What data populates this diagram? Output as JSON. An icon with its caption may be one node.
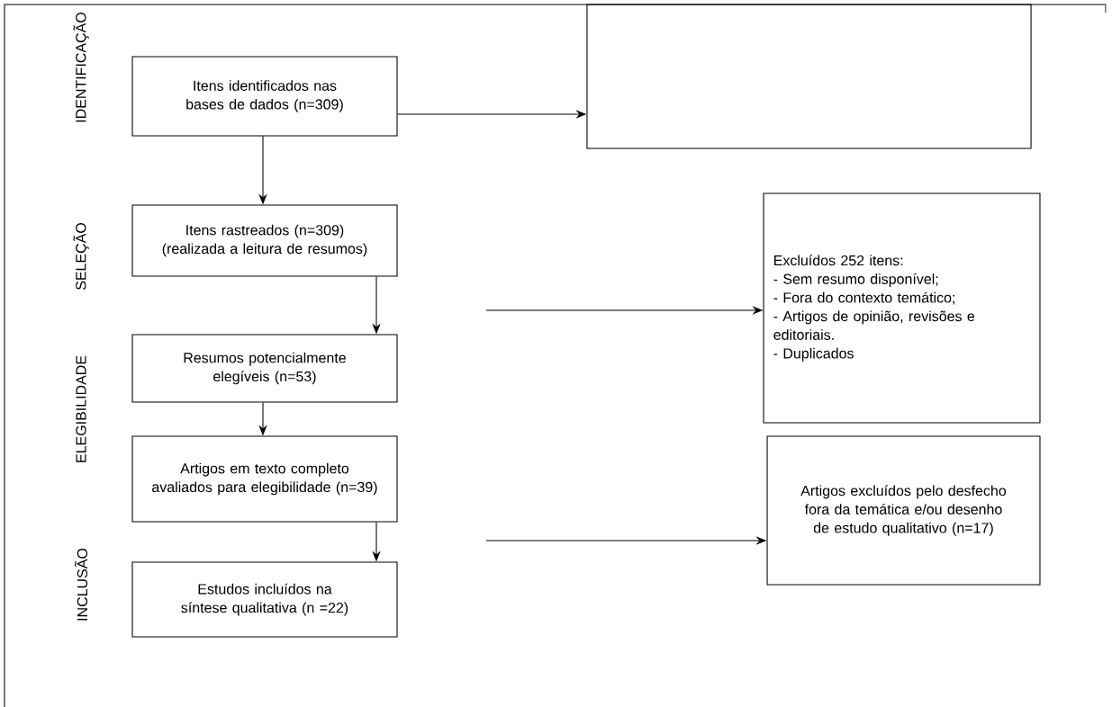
{
  "diagram": {
    "nodes": [
      {
        "text": [
          "Itens identificados nas bases de dados (n=309)"
        ]
      },
      {
        "text": [],
        "shape": "box"
      },
      {
        "text": [
          "Itens rastreados (n=309) (realizada a leitura de resumos)"
        ]
      },
      {
        "text": [
          "Excluídos 252 itens:",
          "- Sem resumo disponível;",
          "- Fora do contexto temático;",
          "- Artigos de opinião, revisões e editoriais.",
          "- Duplicados"
        ]
      },
      {
        "text": [
          "Resumos potencialmente elegíveis (n=53)"
        ]
      },
      {
        "text": [
          "Artigos em texto completo avaliados para elegibilidade (n=39)"
        ]
      },
      {
        "text": [
          "Artigos excluídos pelo desfecho fora da temática e/ou desenho de estudo qualitativo (n=17)"
        ]
      },
      {
        "text": [
          "Estudos incluídos na síntese qualitativa (n =22)"
        ]
      }
    ],
    "edges": [
      {
        "from": 0,
        "to": 1,
        "arrow": "to"
      },
      {
        "from": 0,
        "to": 2,
        "arrow": "to"
      },
      {
        "from": 2,
        "to": 4,
        "arrow": "to"
      },
      {
        "from": null,
        "to": 3,
        "arrow": "to"
      },
      {
        "from": 4,
        "to": 5,
        "arrow": "to"
      },
      {
        "from": 5,
        "to": 7,
        "arrow": "to"
      },
      {
        "from": null,
        "to": 6,
        "arrow": "to"
      }
    ],
    "labels": [
      "IDENTIFICAÇÃO",
      "SELEÇÃO",
      "ELEGIBILIDADE",
      "INCLUSÃO"
    ]
  }
}
